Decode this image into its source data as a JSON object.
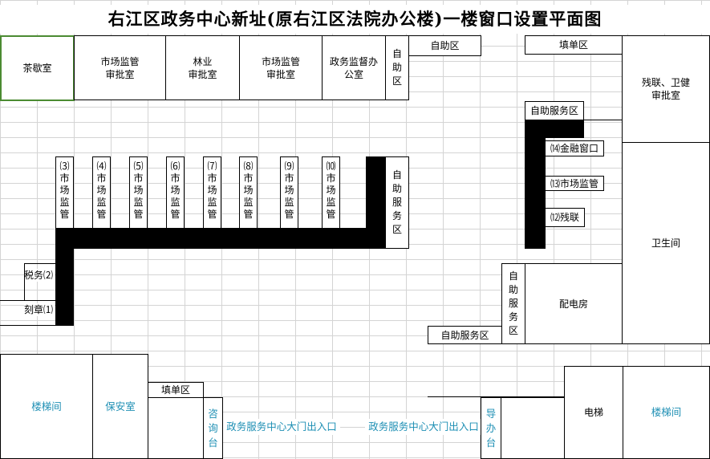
{
  "title": "右江区政务中心新址(原右江区法院办公楼)一楼窗口设置平面图",
  "rooms": {
    "tea_room": "茶歇室",
    "market_office_1": "市场监管\n审批室",
    "forestry_office": "林业\n审批室",
    "market_office_2": "市场监管\n审批室",
    "supervision_office": "政务监督办\n公室",
    "self_area_small": "自\n助\n区",
    "self_area_top": "自助区",
    "fill_form_top": "填单区",
    "disabled_health_office": "残联、卫健\n审批室",
    "self_service_area_right": "自助服务区",
    "self_service_area_mid": "自\n助\n服\n务\n区",
    "restroom": "卫生间",
    "self_service_area_lower": "自\n助\n服\n务\n区",
    "power_room": "配电房",
    "self_service_area_bottom": "自助服务区",
    "stairs_left": "楼梯间",
    "security_room": "保安室",
    "fill_form_bottom": "填单区",
    "consult_desk": "咨\n询\n台",
    "entrance_1": "政务服务中心大门出入口",
    "entrance_2": "政务服务中心大门出入口",
    "guide_desk": "导\n办\n台",
    "elevator": "电梯",
    "stairs_right": "楼梯间"
  },
  "windows": [
    {
      "label": "⑶\n市\n场\n监\n管"
    },
    {
      "label": "⑷\n市\n场\n监\n管"
    },
    {
      "label": "⑸\n市\n场\n监\n管"
    },
    {
      "label": "⑹\n市\n场\n监\n管"
    },
    {
      "label": "⑺\n市\n场\n监\n管"
    },
    {
      "label": "⑻\n市\n场\n监\n管"
    },
    {
      "label": "⑼\n市\n场\n监\n管"
    },
    {
      "label": "⑽\n市\n场\n监\n管"
    }
  ],
  "left_windows": {
    "tax": "税务⑵",
    "seal": "刻章⑴"
  },
  "right_windows": {
    "finance": "⒁金融窗口",
    "market": "⒀市场监管",
    "disabled": "⑿残联"
  }
}
